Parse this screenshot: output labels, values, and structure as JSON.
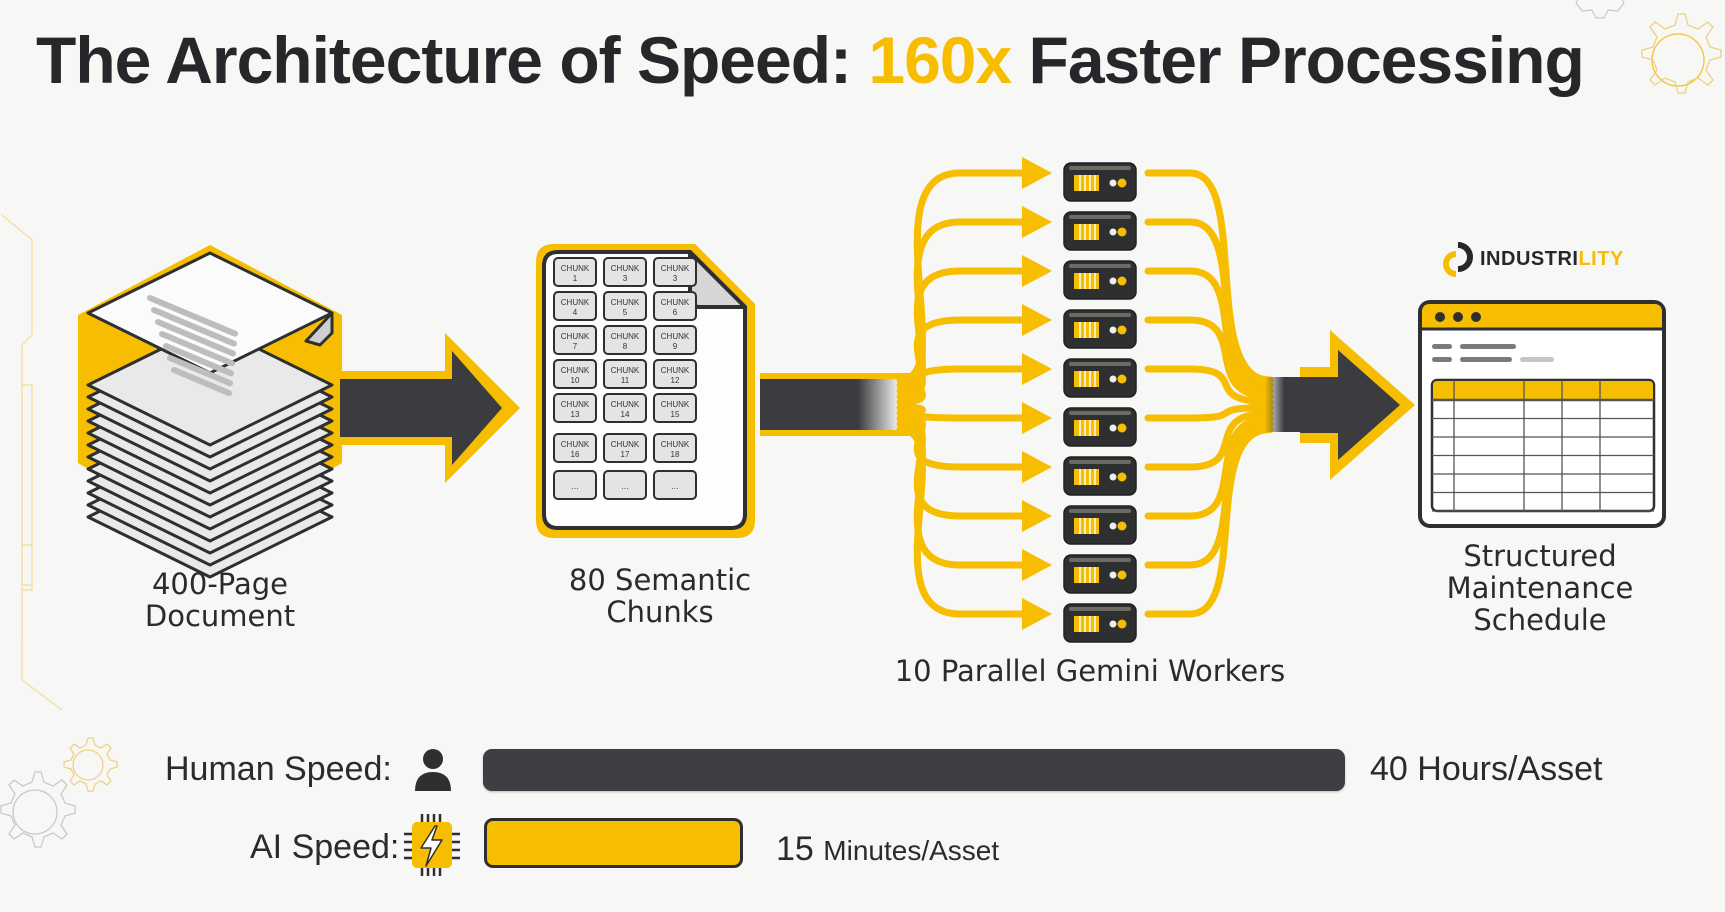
{
  "title": {
    "prefix": "The Architecture of Speed: ",
    "highlight": "160x",
    "suffix": " Faster Processing"
  },
  "colors": {
    "accent": "#f7bd00",
    "dark": "#3a3c3f",
    "text": "#2a2b2d",
    "background": "#f7f7f6"
  },
  "stages": [
    {
      "id": "document",
      "line1": "400-Page",
      "line2": "Document",
      "icon": "document-stack-icon"
    },
    {
      "id": "chunks",
      "line1": "80 Semantic",
      "line2": "Chunks",
      "icon": "chunked-document-icon"
    },
    {
      "id": "workers",
      "label": "10 Parallel Gemini Workers",
      "icon": "server-icon",
      "worker_count": 10
    },
    {
      "id": "schedule",
      "line1": "Structured",
      "line2": "Maintenance",
      "line3": "Schedule",
      "icon": "spreadsheet-window-icon"
    }
  ],
  "chunks": {
    "prefix": "CHUNK",
    "numbers": [
      "1",
      "3",
      "3",
      "4",
      "5",
      "6",
      "7",
      "8",
      "9",
      "10",
      "11",
      "12",
      "13",
      "14",
      "15",
      "16",
      "17",
      "18"
    ],
    "ellipsis": "..."
  },
  "brand": {
    "part1": "INDUSTRI",
    "part2": "LITY"
  },
  "comparison": {
    "human": {
      "label": "Human Speed:",
      "value": "40 Hours/Asset",
      "icon": "person-icon",
      "relative_length": 1.0
    },
    "ai": {
      "label": "AI Speed:",
      "value_number": "15",
      "value_unit": "Minutes/Asset",
      "icon": "ai-chip-lightning-icon",
      "relative_length": 0.3
    }
  }
}
